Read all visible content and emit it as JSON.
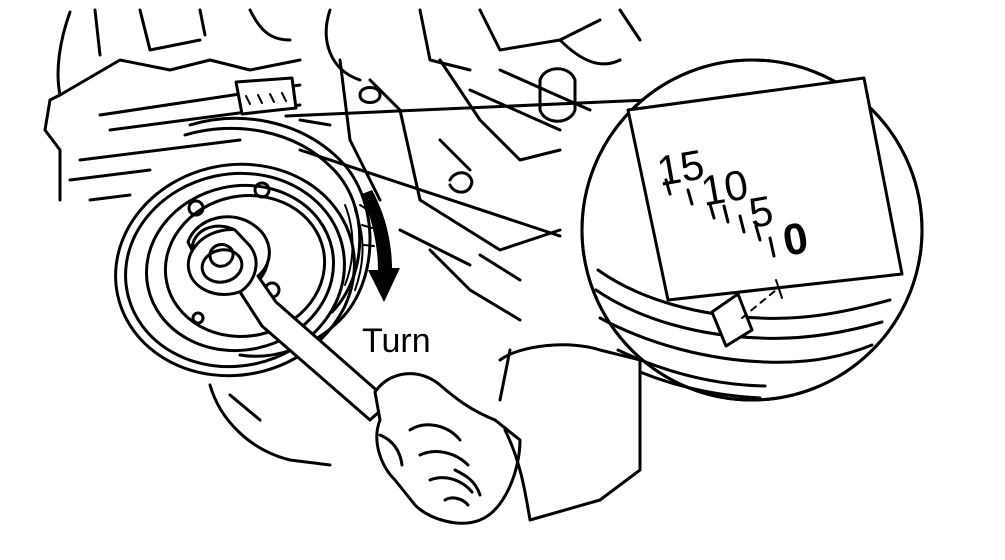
{
  "diagram": {
    "turn_label": "Turn",
    "timing_scale_marks": [
      "15",
      "10",
      "5",
      "0"
    ]
  },
  "icons": {
    "rotation_arrow": "curved-down-arrow-icon"
  }
}
